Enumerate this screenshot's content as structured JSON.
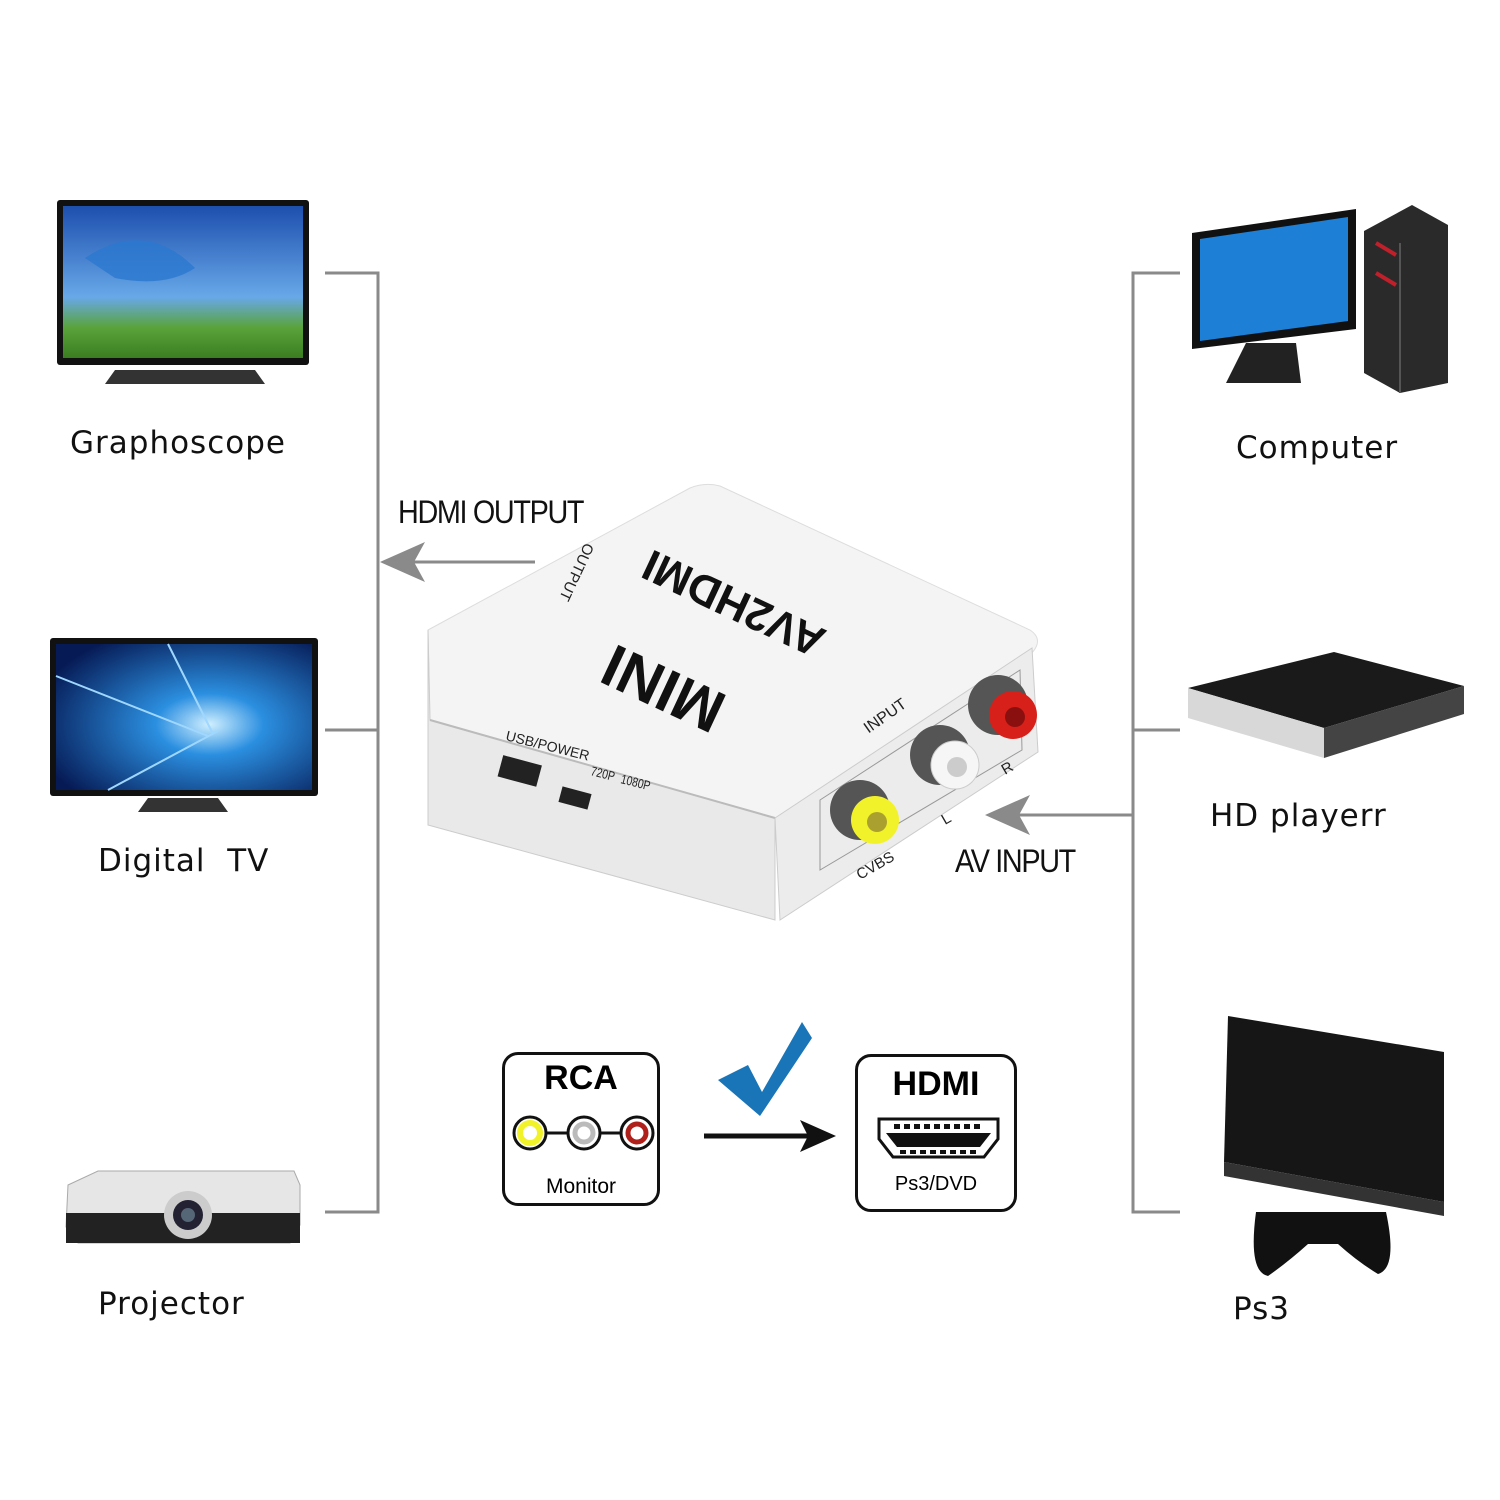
{
  "left_devices": [
    {
      "label": "Graphoscope",
      "icon": "tv-icon"
    },
    {
      "label": "Digital  TV",
      "icon": "tv-icon"
    },
    {
      "label": "Projector",
      "icon": "projector-icon"
    }
  ],
  "right_devices": [
    {
      "label": "Computer",
      "icon": "computer-icon"
    },
    {
      "label": "HD playerr",
      "icon": "dvd-player-icon"
    },
    {
      "label": "Ps3",
      "icon": "game-console-icon"
    }
  ],
  "arrows": {
    "output": "HDMI OUTPUT",
    "input": "AV INPUT"
  },
  "device": {
    "model": "AV2HDMI",
    "badge": "MINI",
    "output_label": "OUTPUT",
    "input_label": "INPUT",
    "usb_label": "USB/POWER",
    "switch_720": "720P",
    "switch_1080": "1080P",
    "port_cvbs": "CVBS",
    "port_l": "L",
    "port_r": "R"
  },
  "conversion": {
    "from_title": "RCA",
    "from_caption": "Monitor",
    "to_title": "HDMI",
    "to_caption": "Ps3/DVD",
    "check_color": "#1a75b8"
  },
  "colors": {
    "line": "#888888",
    "rca_yellow": "#f2f22a",
    "rca_white": "#d8d8d8",
    "rca_red": "#b0201a"
  }
}
